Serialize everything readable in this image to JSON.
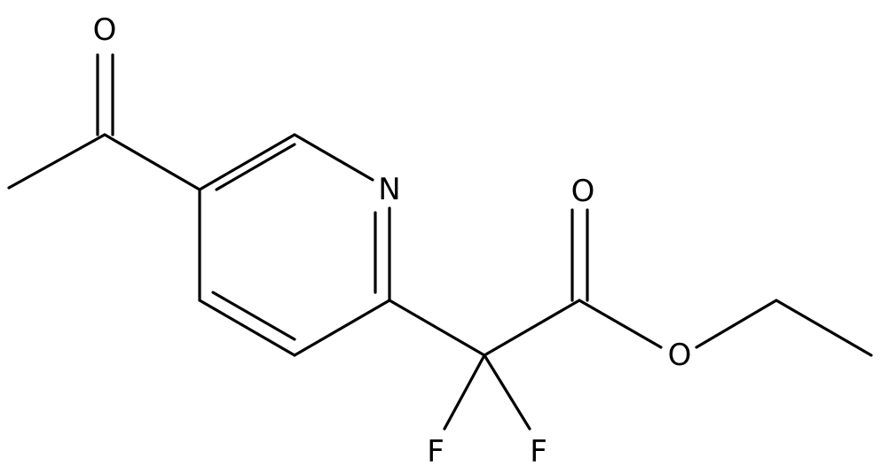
{
  "molecule": {
    "atoms": {
      "ring_nitrogen": "N",
      "acetyl_oxygen": "O",
      "carbonyl_oxygen": "O",
      "ester_oxygen": "O",
      "fluorine_left": "F",
      "fluorine_right": "F"
    },
    "colors": {
      "bond": "#000000",
      "label": "#000000",
      "background": "#ffffff"
    }
  }
}
